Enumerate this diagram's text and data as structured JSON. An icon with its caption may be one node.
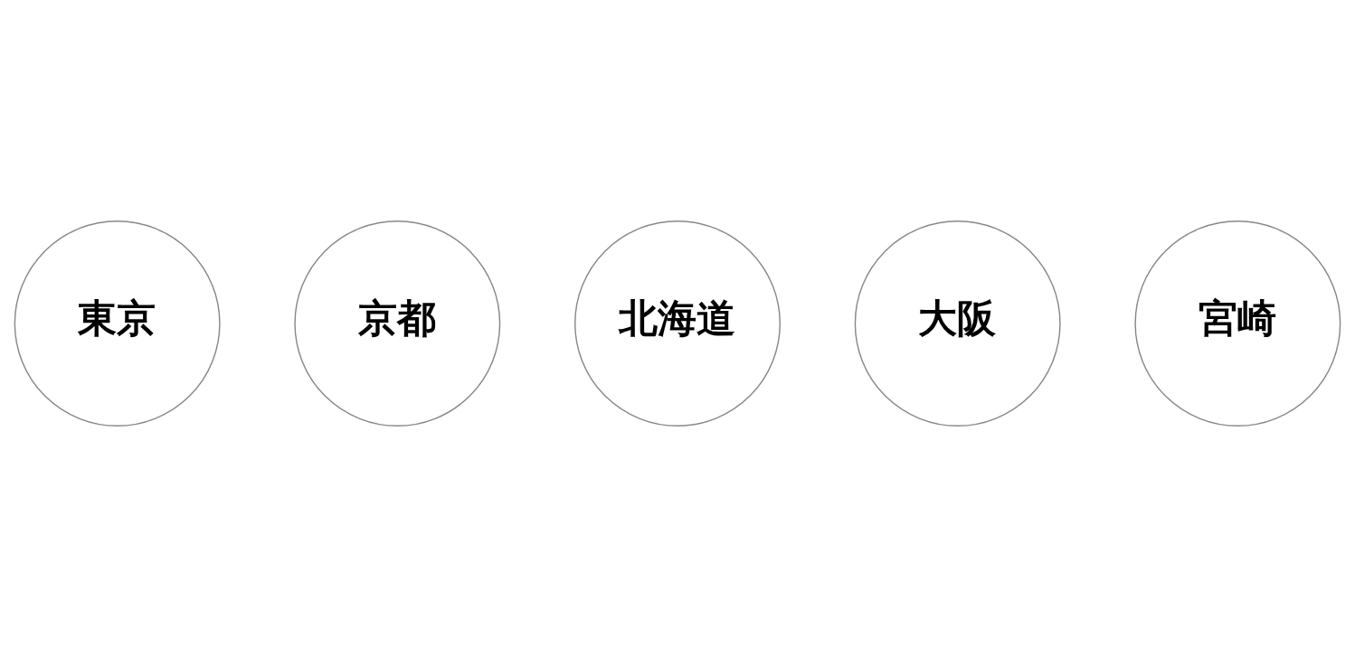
{
  "diagram": {
    "nodes": [
      {
        "text": [
          "東京"
        ]
      },
      {
        "text": [
          "京都"
        ]
      },
      {
        "text": [
          "北海道"
        ]
      },
      {
        "text": [
          "大阪"
        ]
      },
      {
        "text": [
          "宮崎"
        ]
      }
    ],
    "edges": []
  }
}
